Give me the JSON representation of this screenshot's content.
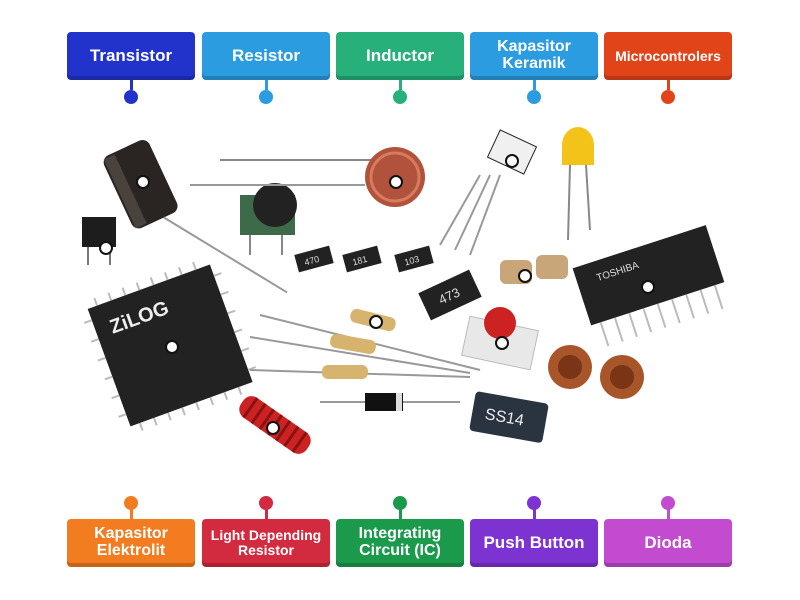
{
  "top_labels": [
    {
      "text": "Transistor",
      "color": "#2233cc"
    },
    {
      "text": "Resistor",
      "color": "#2b9ce0"
    },
    {
      "text": "Inductor",
      "color": "#27b07a"
    },
    {
      "text": "Kapasitor Keramik",
      "color": "#2b9ce0"
    },
    {
      "text": "Microcontrolers",
      "color": "#e2441a"
    }
  ],
  "bottom_labels": [
    {
      "text": "Kapasitor Elektrolit",
      "color": "#f27c1f"
    },
    {
      "text": "Light Depending Resistor",
      "color": "#d22a3e"
    },
    {
      "text": "Integrating Circuit (IC)",
      "color": "#1b9a4c"
    },
    {
      "text": "Push Button",
      "color": "#7d32d2"
    },
    {
      "text": "Dioda",
      "color": "#c24bd0"
    }
  ],
  "photo_text": {
    "chip": "ZiLOG",
    "smd_diode": "SS14",
    "resistor_473": "473",
    "resistor_470": "470",
    "resistor_181": "181",
    "resistor_103": "103",
    "toshiba": "TOSHIBA"
  }
}
